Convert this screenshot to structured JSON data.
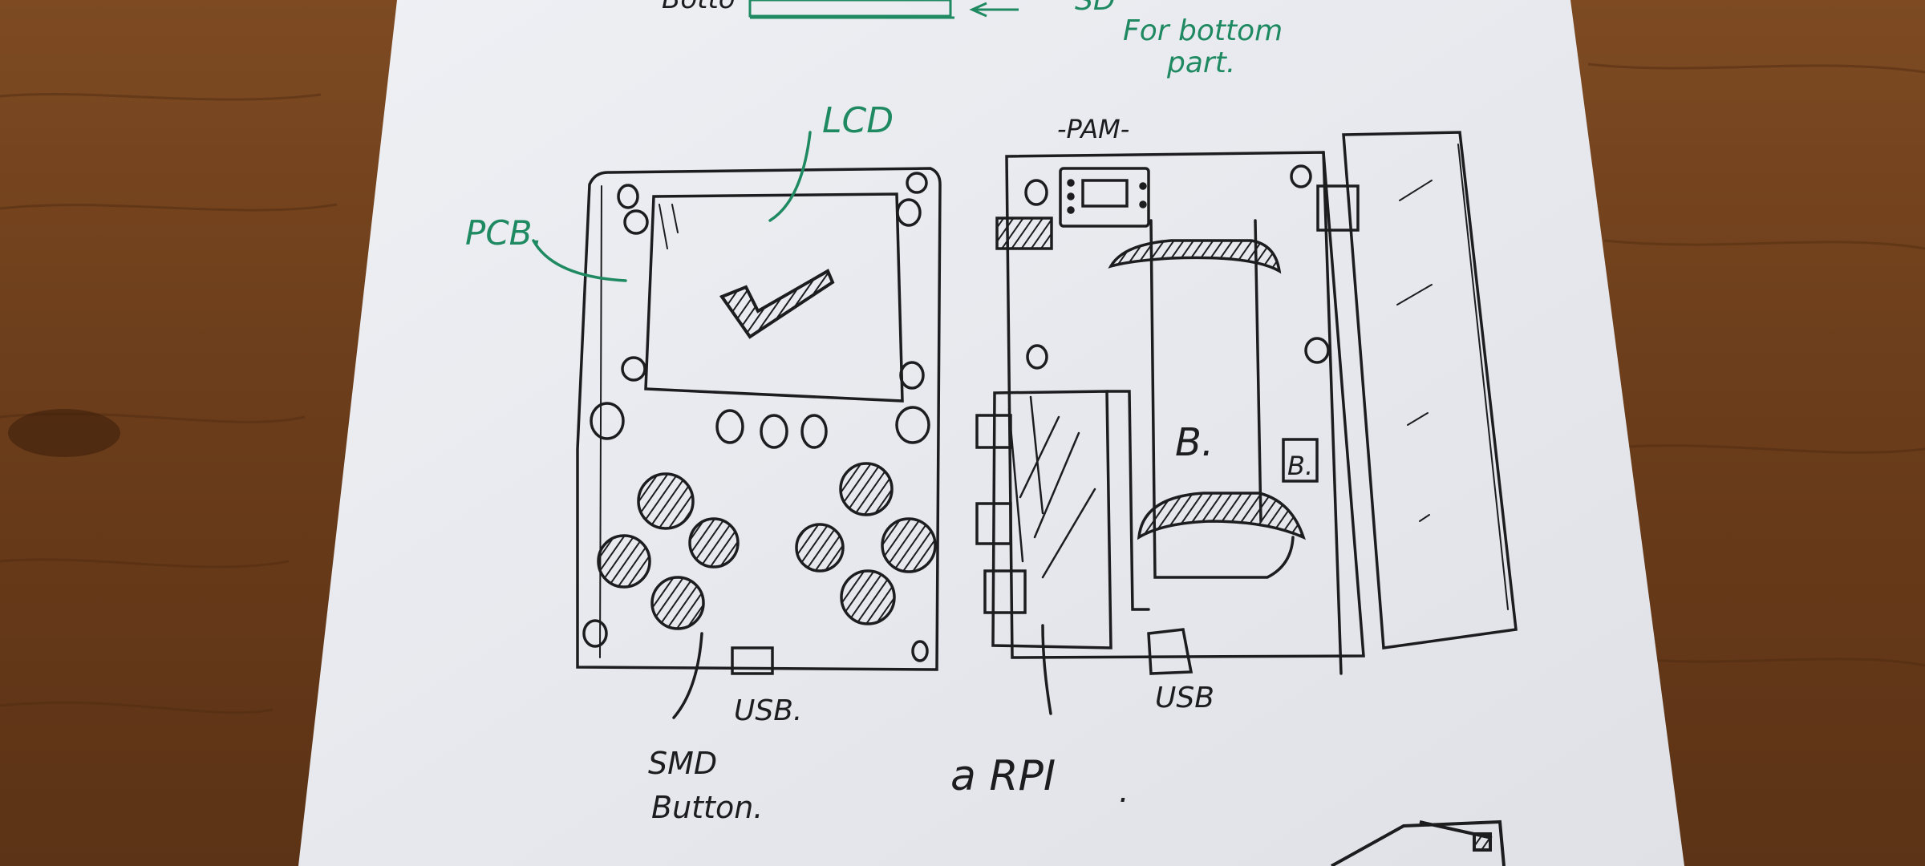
{
  "colors": {
    "wood": "#6b3e1c",
    "paper": "#e9eaef",
    "black_ink": "#1d1d1f",
    "green_ink": "#1f8a62"
  },
  "notes": {
    "top_left": "Botto",
    "top_right_1": "SD",
    "top_right_2": "For bottom",
    "top_right_3": "part."
  },
  "labels": {
    "lcd": "LCD",
    "pcb": "PCB.",
    "pam": "-PAM-",
    "battery": "B.",
    "battery_small": "B.",
    "usb_left": "USB.",
    "usb_right": "USB",
    "smd_1": "SMD",
    "smd_2": "Button.",
    "rpi": "a RPI",
    "dot": "."
  }
}
